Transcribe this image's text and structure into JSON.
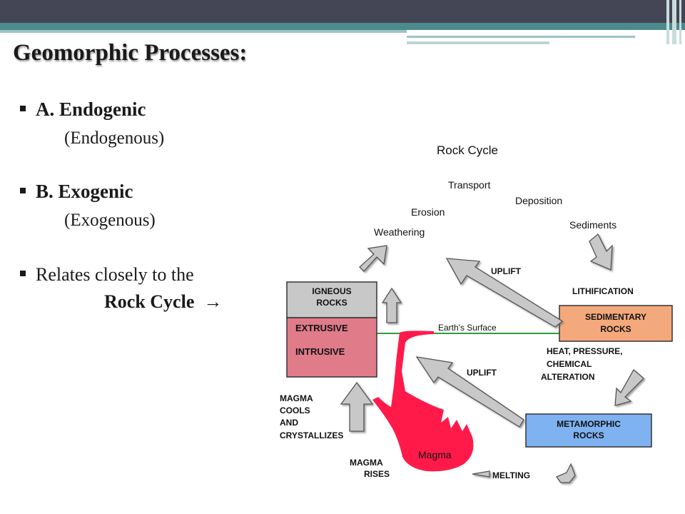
{
  "slide": {
    "title": "Geomorphic Processes:",
    "bullets": [
      {
        "label": "A. Endogenic",
        "sub": "(Endogenous)"
      },
      {
        "label": "B. Exogenic",
        "sub": "(Exogenous)"
      },
      {
        "label": "Relates closely to the",
        "sub": "Rock Cycle",
        "sub_symbol": "→"
      }
    ]
  },
  "diagram": {
    "title": "Rock Cycle",
    "labels": {
      "transport": "Transport",
      "deposition": "Deposition",
      "erosion": "Erosion",
      "sediments": "Sediments",
      "weathering": "Weathering",
      "uplift_top": "UPLIFT",
      "lithification": "LITHIFICATION",
      "earths_surface": "Earth's Surface",
      "heat_line1": "HEAT, PRESSURE,",
      "heat_line2": "CHEMICAL",
      "heat_line3": "ALTERATION",
      "uplift_bottom": "UPLIFT",
      "magma_cools_line1": "MAGMA",
      "magma_cools_line2": "COOLS",
      "magma_cools_line3": "AND",
      "magma_cools_line4": "CRYSTALLIZES",
      "magma_rises_line1": "MAGMA",
      "magma_rises_line2": "RISES",
      "magma": "Magma",
      "melting": "MELTING"
    },
    "boxes": {
      "igneous_line1": "IGNEOUS",
      "igneous_line2": "ROCKS",
      "extrusive": "EXTRUSIVE",
      "intrusive": "INTRUSIVE",
      "sedimentary_line1": "SEDIMENTARY",
      "sedimentary_line2": "ROCKS",
      "metamorphic_line1": "METAMORPHIC",
      "metamorphic_line2": "ROCKS"
    },
    "colors": {
      "igneous": "#c8c8c8",
      "igneous_lower": "#e07b8a",
      "sedimentary": "#f4a97c",
      "metamorphic": "#7fb2f0",
      "magma": "#ff1a4a",
      "surface_line": "#2e9e3a",
      "arrow_fill": "#c8c8c8"
    }
  }
}
